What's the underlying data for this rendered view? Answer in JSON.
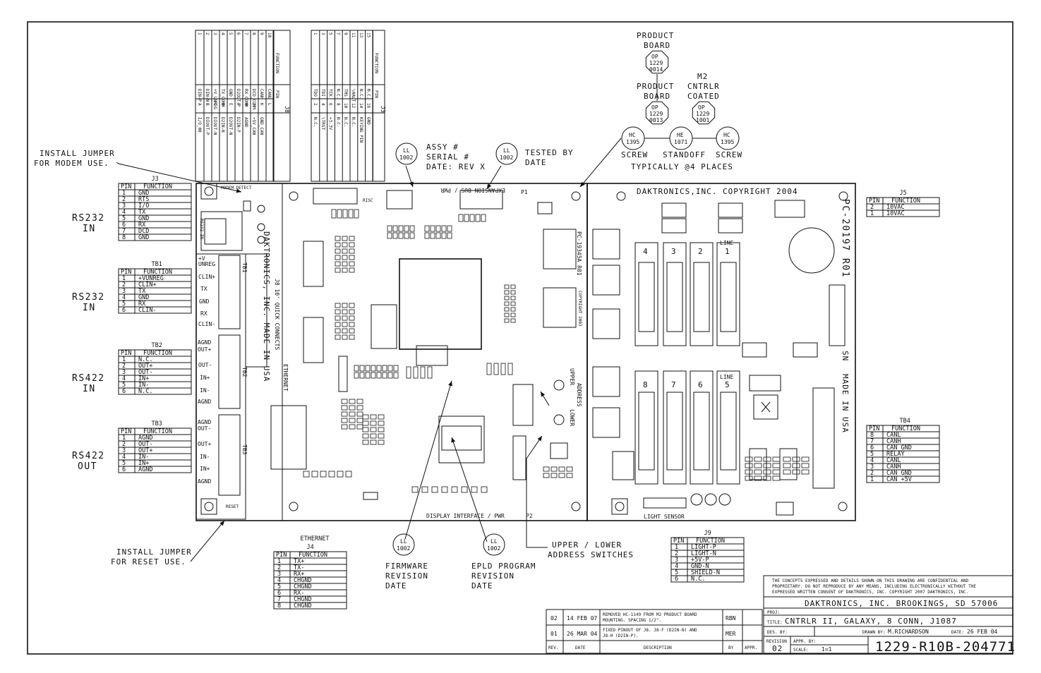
{
  "callouts": {
    "modem_jumper": [
      "INSTALL JUMPER",
      "FOR MODEM USE."
    ],
    "reset_jumper": [
      "INSTALL JUMPER",
      "FOR RESET USE."
    ],
    "assy": [
      "ASSY #",
      "SERIAL #",
      "DATE: REV X"
    ],
    "tested": [
      "TESTED BY",
      "DATE"
    ],
    "firmware": [
      "FIRMWARE",
      "REVISION",
      "DATE"
    ],
    "epld": [
      "EPLD PROGRAM",
      "REVISION",
      "DATE"
    ],
    "switches": [
      "UPPER / LOWER",
      "ADDRESS SWITCHES"
    ],
    "product_board_1": [
      "PRODUCT",
      "BOARD"
    ],
    "product_board_2": [
      "PRODUCT",
      "BOARD"
    ],
    "m2_cntrlr": [
      "M2",
      "CNTRLR",
      "COATED"
    ],
    "screw_left": "SCREW",
    "standoff": "STANDOFF",
    "screw_right": "SCREW",
    "typically": "TYPICALLY @4 PLACES"
  },
  "badges": {
    "ll": [
      "LL",
      "1002"
    ],
    "op_0014": [
      "OP",
      "1229",
      "0014"
    ],
    "op_0013": [
      "OP",
      "1229",
      "0013"
    ],
    "op_1001": [
      "OP",
      "1229",
      "1001"
    ],
    "hc_left": [
      "HC",
      "1395"
    ],
    "he": [
      "HE",
      "1071"
    ],
    "hc_right": [
      "HC",
      "1395"
    ]
  },
  "ports": {
    "rs232_in_a": [
      "RS232",
      "IN"
    ],
    "rs232_in_b": [
      "RS232",
      "IN"
    ],
    "rs422_in": [
      "RS422",
      "IN"
    ],
    "rs422_out": [
      "RS422",
      "OUT"
    ]
  },
  "headers": {
    "pin": "PIN",
    "function": "FUNCTION"
  },
  "tables": {
    "j3": {
      "title": "J3",
      "rows": [
        [
          "1",
          "GND"
        ],
        [
          "2",
          "RTS"
        ],
        [
          "3",
          "I/O"
        ],
        [
          "4",
          "TX"
        ],
        [
          "5",
          "GND"
        ],
        [
          "6",
          "RX"
        ],
        [
          "7",
          "DCD"
        ],
        [
          "8",
          "GND"
        ]
      ]
    },
    "tb1": {
      "title": "TB1",
      "rows": [
        [
          "1",
          "+VUNREG"
        ],
        [
          "2",
          "CLIN+"
        ],
        [
          "3",
          "TX"
        ],
        [
          "4",
          "GND"
        ],
        [
          "5",
          "RX"
        ],
        [
          "6",
          "CLIN-"
        ]
      ]
    },
    "tb2": {
      "title": "TB2",
      "rows": [
        [
          "1",
          "N.C."
        ],
        [
          "2",
          "OUT+"
        ],
        [
          "3",
          "OUT-"
        ],
        [
          "4",
          "IN+"
        ],
        [
          "5",
          "IN-"
        ],
        [
          "6",
          "N.C."
        ]
      ]
    },
    "tb3": {
      "title": "TB3",
      "rows": [
        [
          "1",
          "AGND"
        ],
        [
          "2",
          "OUT-"
        ],
        [
          "3",
          "OUT+"
        ],
        [
          "4",
          "IN-"
        ],
        [
          "5",
          "IN+"
        ],
        [
          "6",
          "AGND"
        ]
      ]
    },
    "j4": {
      "title_a": "ETHERNET",
      "title": "J4",
      "rows": [
        [
          "1",
          "TX+"
        ],
        [
          "2",
          "TX-"
        ],
        [
          "3",
          "RX+"
        ],
        [
          "4",
          "CHGND"
        ],
        [
          "5",
          "CHGND"
        ],
        [
          "6",
          "RX-"
        ],
        [
          "7",
          "CHGND"
        ],
        [
          "8",
          "CHGND"
        ]
      ]
    },
    "j9": {
      "title": "J9",
      "rows": [
        [
          "1",
          "LIGHT-P"
        ],
        [
          "2",
          "LIGHT-N"
        ],
        [
          "3",
          "+5V-P"
        ],
        [
          "4",
          "GND-N"
        ],
        [
          "5",
          "SHIELD-N"
        ],
        [
          "6",
          "N.C."
        ]
      ]
    },
    "j5": {
      "title": "J5",
      "rows": [
        [
          "2",
          "10VAC"
        ],
        [
          "1",
          "10VAC"
        ]
      ]
    },
    "tb4": {
      "title": "TB4",
      "rows": [
        [
          "8",
          "CANL"
        ],
        [
          "7",
          "CANH"
        ],
        [
          "6",
          "CAN_GND"
        ],
        [
          "5",
          "RELAY"
        ],
        [
          "4",
          "CANL"
        ],
        [
          "3",
          "CANH"
        ],
        [
          "2",
          "CAN_GND"
        ],
        [
          "1",
          "CAN_+5V"
        ]
      ]
    },
    "j8": {
      "title": "J8",
      "rows": [
        [
          "1",
          "DIN-P",
          "A",
          "I/O_00"
        ],
        [
          "2",
          "DIN-N",
          "B",
          "DIOUT-P"
        ],
        [
          "3",
          "+V_UNREG",
          "C",
          "DIOUT-N"
        ],
        [
          "4",
          "TX_COMM",
          "D",
          "D2IN-N"
        ],
        [
          "5",
          "GND",
          "E",
          "D2OUT-N"
        ],
        [
          "6",
          "D2OUT-P",
          "F",
          "D2IN-P"
        ],
        [
          "7",
          "RX_COMM",
          "H",
          "AGND"
        ],
        [
          "8",
          "DCD_COMM",
          "J",
          "+5V_CAN"
        ],
        [
          "9",
          "CANH",
          "K",
          "GND_CAN"
        ],
        [
          "10",
          "CANL",
          "L",
          ""
        ]
      ]
    },
    "j3b": {
      "title": "J3",
      "rows": [
        [
          "1",
          "TDO",
          "2",
          "N.C."
        ],
        [
          "3",
          "TDI",
          "4",
          "\\TRST"
        ],
        [
          "5",
          "TCK",
          "6",
          "+3.3V"
        ],
        [
          "7",
          "N.C.",
          "8",
          "N.C."
        ],
        [
          "9",
          "TMS",
          "10",
          "N.C."
        ],
        [
          "11",
          "\\HALT",
          "12",
          "N.C."
        ],
        [
          "13",
          "N.C.",
          "14",
          "KEYING PIN"
        ],
        [
          "15",
          "N.C.",
          "16",
          "GND"
        ]
      ]
    }
  },
  "board": {
    "copyright": "DAKTRONICS,INC.  COPYRIGHT 2004",
    "pcb_left": "PC-19345A R01",
    "pcb_right": "PC-20197 R01",
    "made_in_usa": "DAKTRONICS, INC. MADE IN USA",
    "made_in_usa_b": "MADE IN USA",
    "sn": "SN",
    "quick_connects": "J8 10' QUICK CONNECTS",
    "ethernet": "ETHERNET",
    "display_interface": "DISPLAY INTERFACE / PWR",
    "expansion_bus": "EXPANSION BUS / PWR",
    "light_sensor": "LIGHT SENSOR",
    "upper": "UPPER",
    "lower": "LOWER",
    "address": "ADDRESS",
    "relays_top": [
      "4",
      "3",
      "2",
      "1"
    ],
    "relays_bottom": [
      "8",
      "7",
      "6",
      "5"
    ],
    "line": "LINE",
    "tb_labels": [
      "TB1",
      "TB2",
      "TB3",
      "TB4"
    ],
    "p1": "P1",
    "p2": "P2",
    "risc": "RISC",
    "modem_detect": "MODEM DETECT",
    "rs232_in": "RS232 IN",
    "reset": "RESET"
  },
  "revisions": {
    "rows": [
      {
        "rev": "02",
        "date": "14 FEB 07",
        "desc": "REMOVED HC-1149 FROM M2 PRODUCT BOARD MOUNTING. SPACING 1/2\".",
        "by": "RBN",
        "appr": ""
      },
      {
        "rev": "01",
        "date": "26 MAR 04",
        "desc": "FIXED PINOUT OF J8.  J8-F (D2IN-N) AND J8-H (D2IN-P).",
        "by": "MER",
        "appr": ""
      }
    ],
    "headers": {
      "rev": "REV.",
      "date": "DATE",
      "desc": "DESCRIPTION",
      "by": "BY",
      "appr": "APPR."
    }
  },
  "title_block": {
    "notice": [
      "THE CONCEPTS EXPRESSED AND DETAILS SHOWN ON THIS DRAWING ARE CONFIDENTIAL AND",
      "PROPRIETARY.  DO NOT REPRODUCE BY ANY MEANS, INCLUDING ELECTRONICALLY WITHOUT THE",
      "EXPRESSED WRITTEN CONSENT OF DAKTRONICS, INC.          COPYRIGHT 2007 DAKTRONICS, INC."
    ],
    "company": "DAKTRONICS, INC.   BROOKINGS, SD 57006",
    "proj_label": "PROJ:",
    "title_label": "TITLE:",
    "title": "CNTRLR II, GALAXY, 8 CONN, J1087",
    "des_label": "DES. BY:",
    "drawn_label": "DRAWN BY:",
    "drawn_by": "M.RICHARDSON",
    "date_label": "DATE:",
    "date": "26 FEB 04",
    "revision_label": "REVISION",
    "revision": "02",
    "appr_label": "APPR. BY:",
    "scale_label": "SCALE:",
    "scale": "1=1",
    "drawing_number": "1229-R10B-204771"
  }
}
